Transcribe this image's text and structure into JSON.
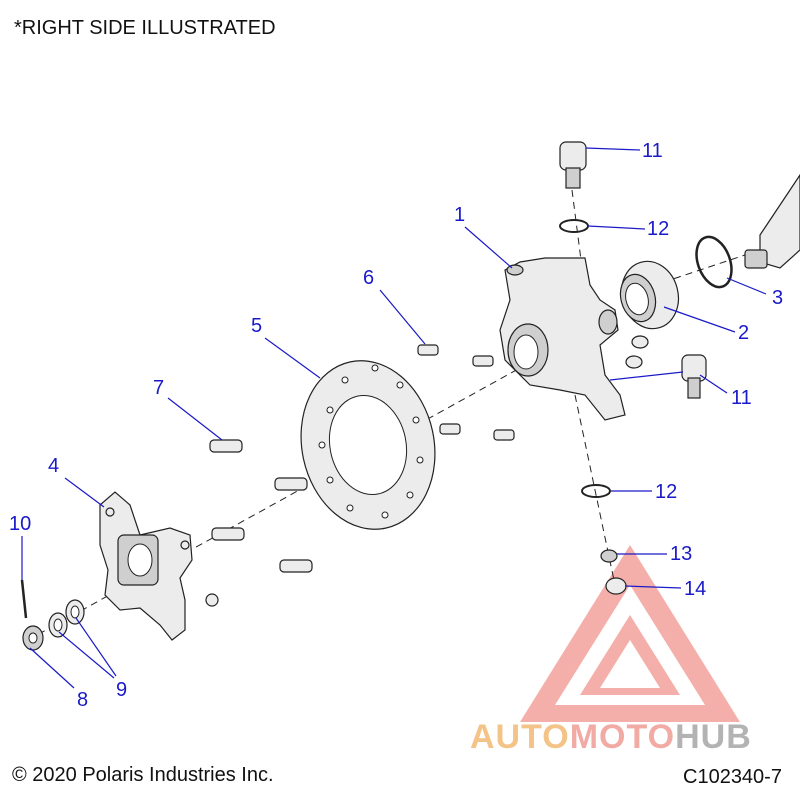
{
  "diagram": {
    "header_note": "*RIGHT SIDE ILLUSTRATED",
    "copyright": "© 2020 Polaris Industries Inc.",
    "figure_id": "C102340-7",
    "accent_color": "#1a1ac8",
    "callouts": [
      {
        "id": "1",
        "label": "1"
      },
      {
        "id": "2",
        "label": "2"
      },
      {
        "id": "3",
        "label": "3"
      },
      {
        "id": "4",
        "label": "4"
      },
      {
        "id": "5",
        "label": "5"
      },
      {
        "id": "6",
        "label": "6"
      },
      {
        "id": "7",
        "label": "7"
      },
      {
        "id": "8",
        "label": "8"
      },
      {
        "id": "9",
        "label": "9"
      },
      {
        "id": "10",
        "label": "10"
      },
      {
        "id": "11a",
        "label": "11"
      },
      {
        "id": "11b",
        "label": "11"
      },
      {
        "id": "12a",
        "label": "12"
      },
      {
        "id": "12b",
        "label": "12"
      },
      {
        "id": "13",
        "label": "13"
      },
      {
        "id": "14",
        "label": "14"
      }
    ]
  },
  "watermark": {
    "word_1": "AUTO",
    "word_2": "MOTO",
    "word_3": "HUB",
    "colors": {
      "auto": "#f0b060",
      "moto": "#ee8e86",
      "hub": "#9a9a9a"
    }
  }
}
